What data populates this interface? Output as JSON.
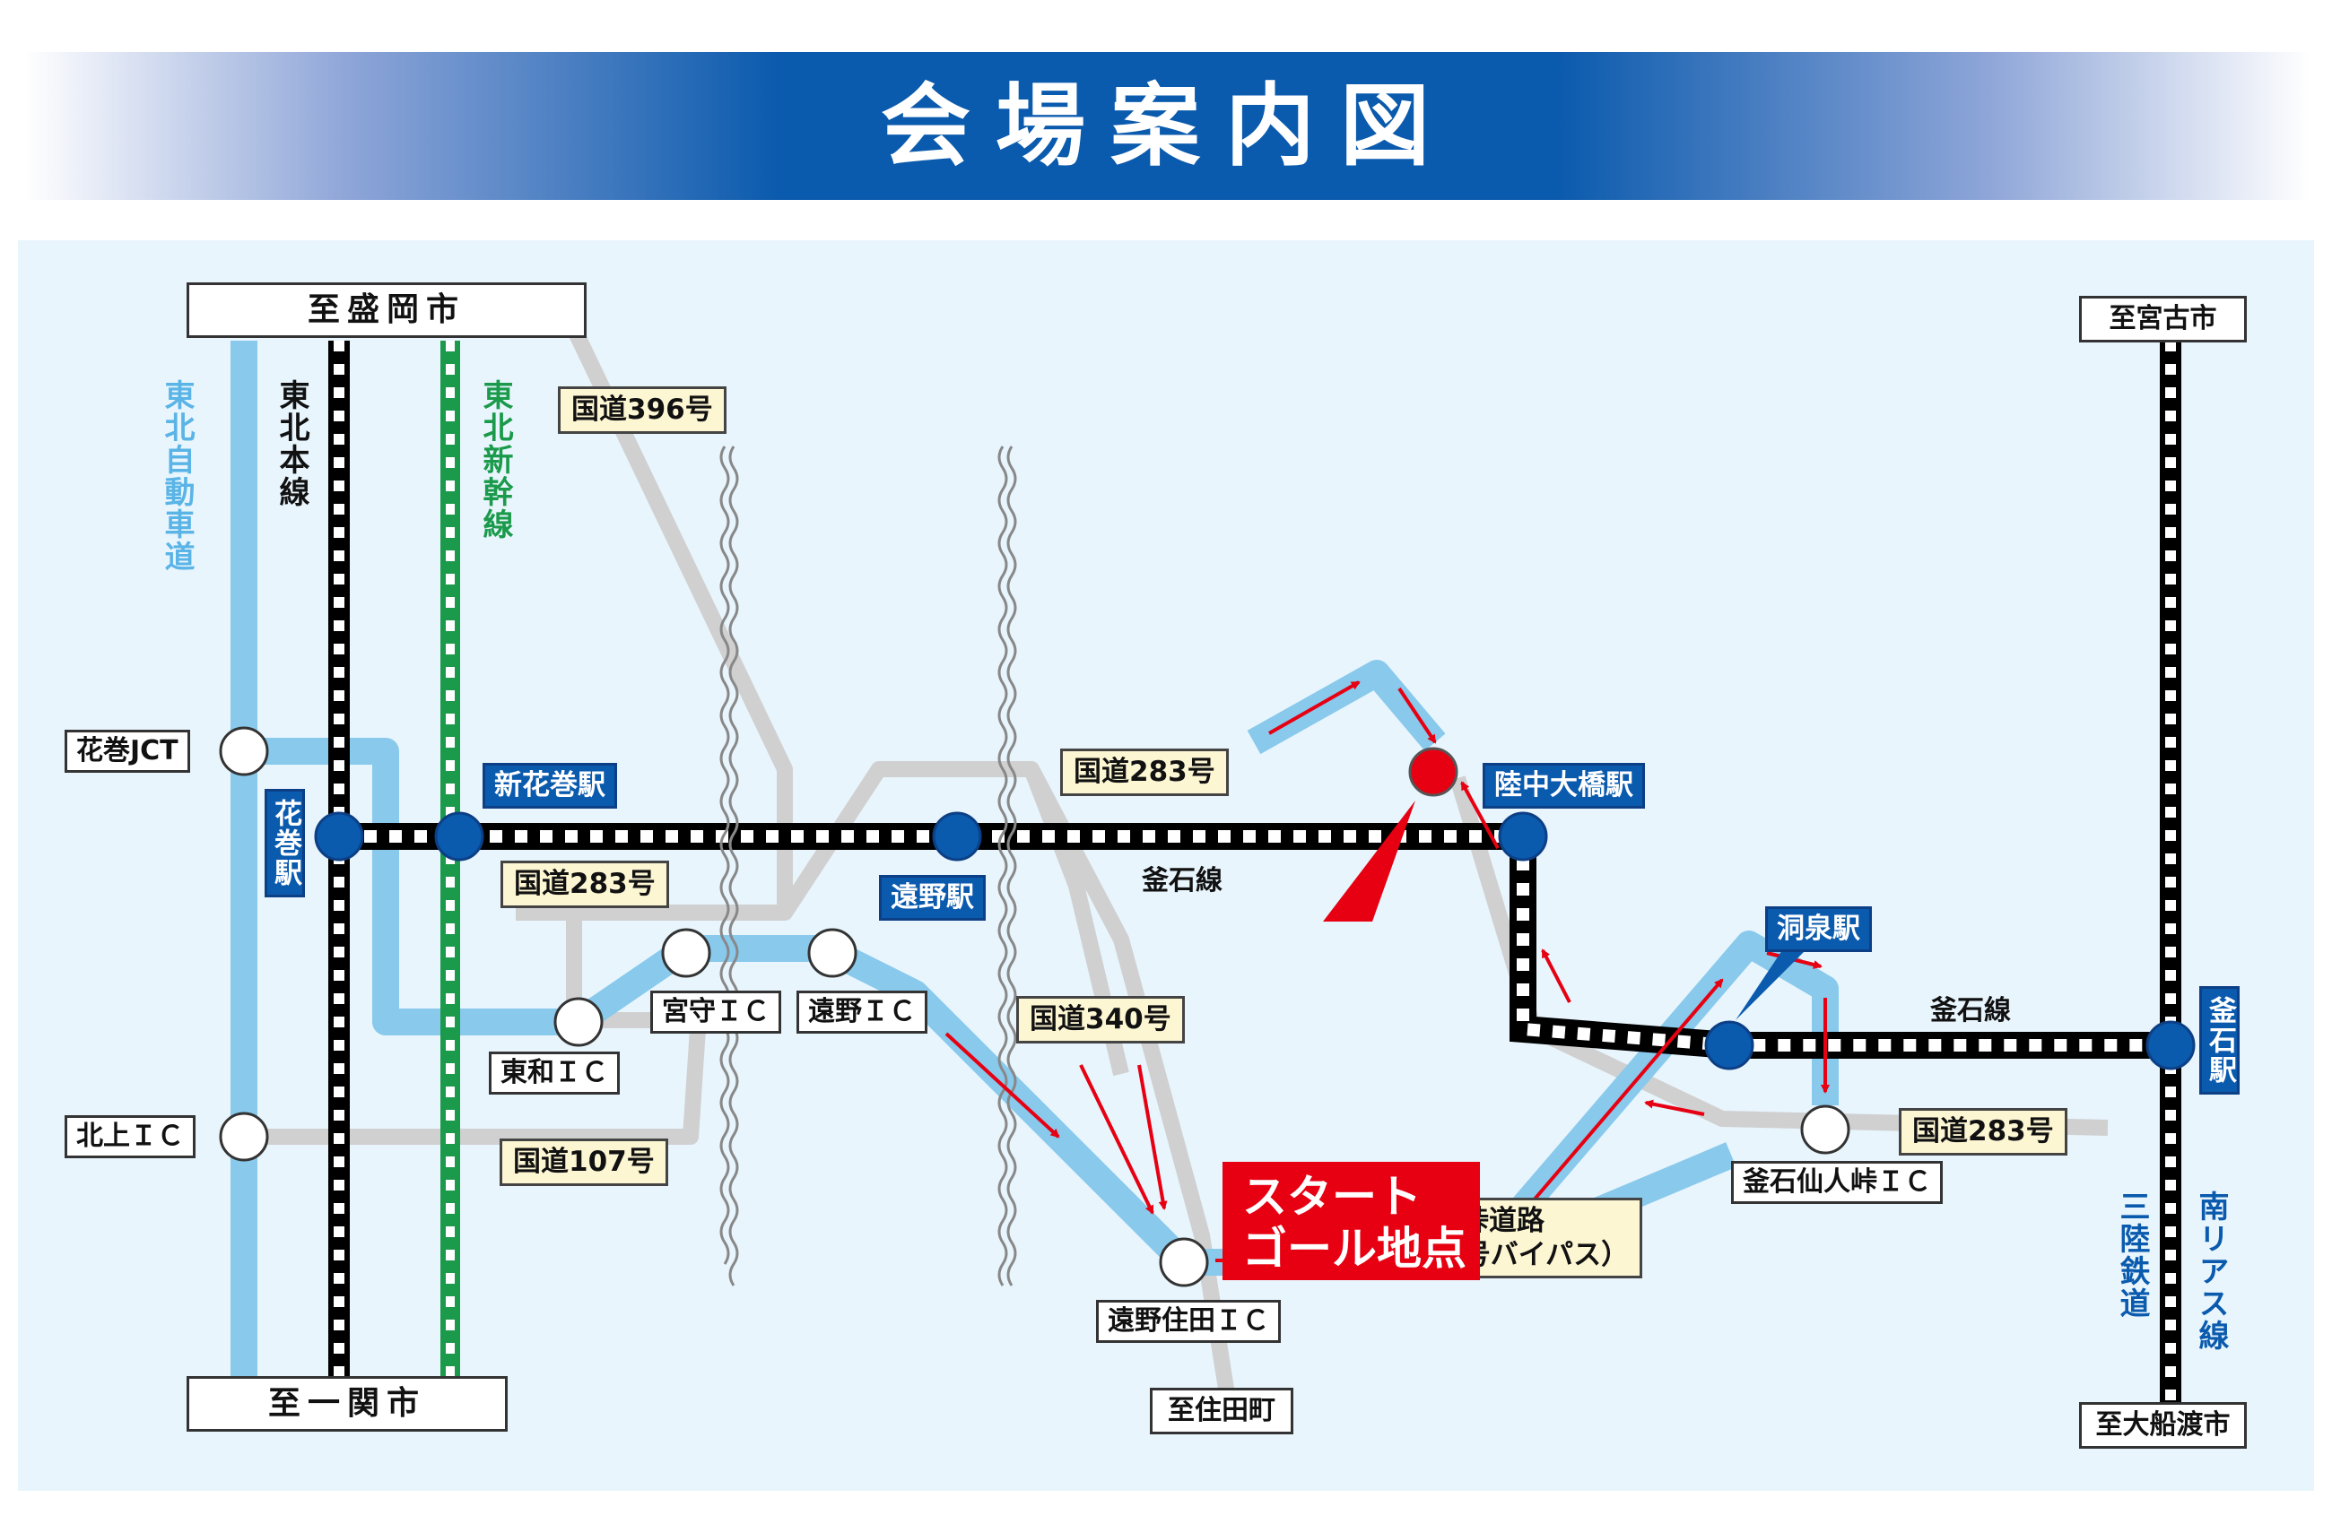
{
  "title": "会場案内図",
  "destinations": {
    "morioka": "至盛岡市",
    "ichinoseki": "至一関市",
    "miyako": "至宮古市",
    "ofunato": "至大船渡市",
    "sumita": "至住田町"
  },
  "lines": {
    "tohoku_expressway": "東北自動車道",
    "tohoku_main_line": "東北本線",
    "tohoku_shinkansen": "東北新幹線",
    "kamaishi_line_1": "釜石線",
    "kamaishi_line_2": "釜石線",
    "sanriku_railway": "三陸鉄道",
    "rias_line": "南リアス線"
  },
  "stations": {
    "hanamaki": "花巻駅",
    "shin_hanamaki": "新花巻駅",
    "tono": "遠野駅",
    "rikuchu_ohashi": "陸中大橋駅",
    "dosen": "洞泉駅",
    "kamaishi": "釜石駅"
  },
  "interchanges": {
    "hanamaki_jct": "花巻JCT",
    "kitakami": "北上ＩＣ",
    "towa": "東和ＩＣ",
    "miyamori": "宮守ＩＣ",
    "tono": "遠野ＩＣ",
    "tono_sumita": "遠野住田ＩＣ",
    "kamaishi_sennintoge": "釜石仙人峠ＩＣ"
  },
  "routes": {
    "r396": "国道396号",
    "r283_west": "国道283号",
    "r283_north": "国道283号",
    "r283_east": "国道283号",
    "r107": "国道107号",
    "r340": "国道340号",
    "sennin_road_1": "仙人峠道路",
    "sennin_road_2": "（国道283号バイパス）"
  },
  "callout": {
    "line1": "スタート",
    "line2": "ゴール地点"
  },
  "colors": {
    "banner_blue": "#0a5aad",
    "map_background": "#e8f5fd",
    "expressway": "#88c9ec",
    "national_route": "#d0d0d0",
    "shinkansen": "#1a9a4a",
    "station_blue": "#0a5aad",
    "start_goal_red": "#e60012",
    "route_arrow_red": "#e60012"
  }
}
